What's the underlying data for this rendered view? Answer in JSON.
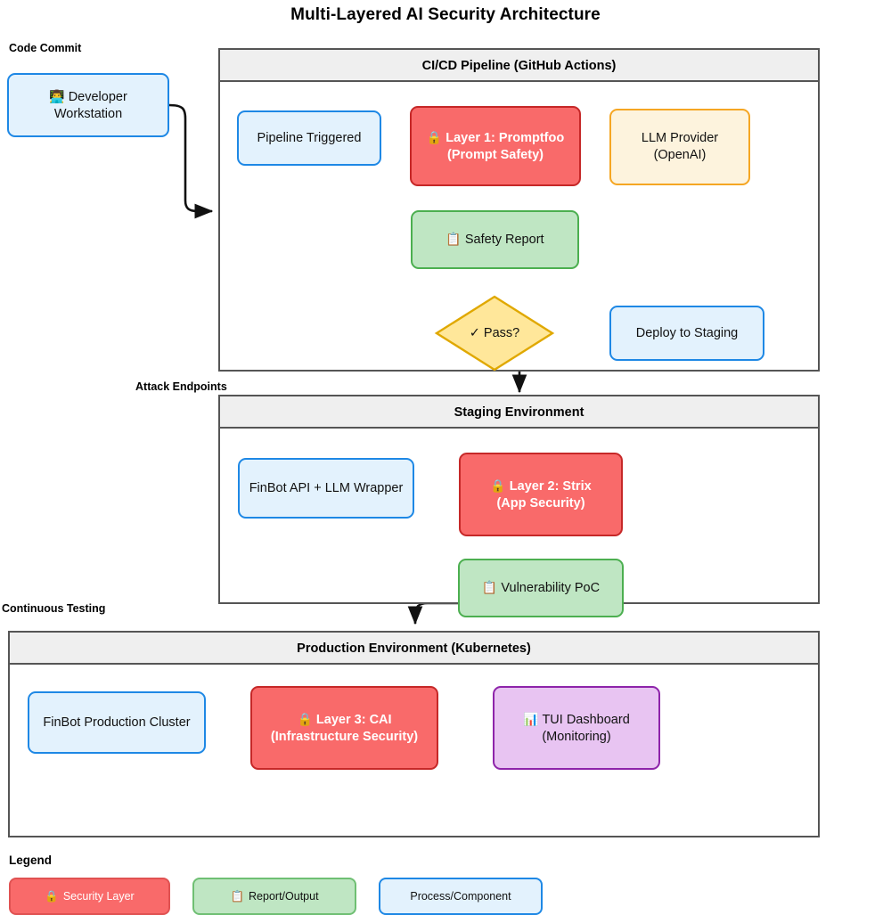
{
  "title": "Multi-Layered AI Security Architecture",
  "edge_labels": {
    "code_commit": "Code Commit",
    "attack_endpoints": "Attack Endpoints",
    "continuous_testing": "Continuous Testing"
  },
  "external_nodes": {
    "developer_workstation": {
      "icon": "technologist-emoji",
      "glyph": "👨‍💻",
      "line1": "Developer",
      "line2": "Workstation"
    }
  },
  "subgraphs": [
    {
      "id": "cicd",
      "title": "CI/CD Pipeline (GitHub Actions)",
      "nodes": {
        "pipeline_triggered": {
          "label": "Pipeline Triggered"
        },
        "layer1": {
          "icon": "lock-emoji",
          "glyph": "🔒",
          "line1": "Layer 1: Promptfoo",
          "line2": "(Prompt Safety)"
        },
        "llm_provider": {
          "line1": "LLM Provider",
          "line2": "(OpenAI)"
        },
        "safety_report": {
          "icon": "clipboard-emoji",
          "glyph": "📋",
          "label": "Safety Report"
        },
        "pass_decision": {
          "label": "✓ Pass?"
        },
        "deploy_staging": {
          "label": "Deploy to Staging"
        }
      }
    },
    {
      "id": "staging",
      "title": "Staging Environment",
      "nodes": {
        "finbot_api": {
          "label": "FinBot API + LLM Wrapper"
        },
        "layer2": {
          "icon": "lock-emoji",
          "glyph": "🔒",
          "line1": "Layer 2: Strix",
          "line2": "(App Security)"
        },
        "vuln_poc": {
          "icon": "clipboard-emoji",
          "glyph": "📋",
          "label": "Vulnerability PoC"
        }
      }
    },
    {
      "id": "production",
      "title": "Production Environment (Kubernetes)",
      "nodes": {
        "finbot_prod": {
          "label": "FinBot Production Cluster"
        },
        "layer3": {
          "icon": "lock-emoji",
          "glyph": "🔒",
          "line1": "Layer 3: CAI",
          "line2": "(Infrastructure Security)"
        },
        "tui_dashboard": {
          "icon": "bar-chart-emoji",
          "glyph": "📊",
          "line1": "TUI Dashboard",
          "line2": "(Monitoring)"
        }
      }
    }
  ],
  "legend": {
    "title": "Legend",
    "items": [
      {
        "id": "security",
        "glyph": "🔒",
        "icon": "lock-emoji",
        "label": "Security Layer"
      },
      {
        "id": "report",
        "glyph": "📋",
        "icon": "clipboard-emoji",
        "label": "Report/Output"
      },
      {
        "id": "process",
        "glyph": "",
        "icon": "",
        "label": "Process/Component"
      }
    ]
  },
  "colors": {
    "security_fill": "#f96a6a",
    "security_border": "#c62828",
    "report_fill": "#bfe6c3",
    "report_border": "#4caf50",
    "process_fill": "#e3f2fd",
    "process_border": "#1e88e5",
    "external_fill": "#fdf3dd",
    "external_border": "#f5a623",
    "dashboard_fill": "#e8c4f2",
    "dashboard_border": "#8e24aa",
    "decision_fill": "#ffe79a",
    "decision_border": "#e0a800",
    "subgraph_header": "#efefef",
    "subgraph_border": "#555555",
    "edge_stroke": "#111111"
  }
}
